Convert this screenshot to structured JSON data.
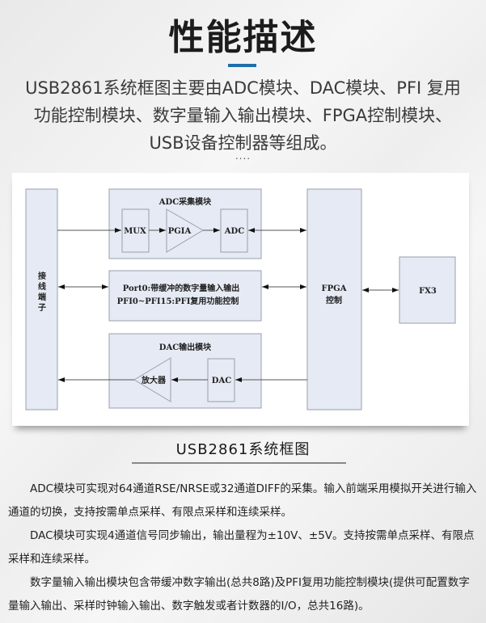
{
  "header": {
    "title": "性能描述",
    "intro_lines": [
      "USB2861系统框图主要由ADC模块、DAC模块、PFI 复用",
      "功能控制模块、数字量输入输出模块、FPGA控制模块、",
      "USB设备控制器等组成。"
    ],
    "dots": "....",
    "accent_color": "#1f6fa8"
  },
  "diagram": {
    "terminal_label": [
      "接",
      "线",
      "端",
      "子"
    ],
    "adc_module_title": "ADC采集模块",
    "mux": "MUX",
    "pgia": "PGIA",
    "adc": "ADC",
    "port_lines": [
      "Port0:带缓冲的数字量输入输出",
      "PFI0~PFI15:PFI复用功能控制"
    ],
    "dac_module_title": "DAC输出模块",
    "amplifier": "放大器",
    "dac": "DAC",
    "fpga_lines": [
      "FPGA",
      "控制"
    ],
    "fx3": "FX3",
    "caption": "USB2861系统框图"
  },
  "description": {
    "paragraphs": [
      "ADC模块可实现对64通道RSE/NRSE或32通道DIFF的采集。输入前端采用模拟开关进行输入通道的切换，支持按需单点采样、有限点采样和连续采样。",
      "DAC模块可实现4通道信号同步输出，输出量程为±10V、±5V。支持按需单点采样、有限点采样和连续采样。",
      "数字量输入输出模块包含带缓冲数字输出(总共8路)及PFI复用功能控制模块(提供可配置数字量输入输出、采样时钟输入输出、数字触发或者计数器的I/O，总共16路)。"
    ]
  }
}
